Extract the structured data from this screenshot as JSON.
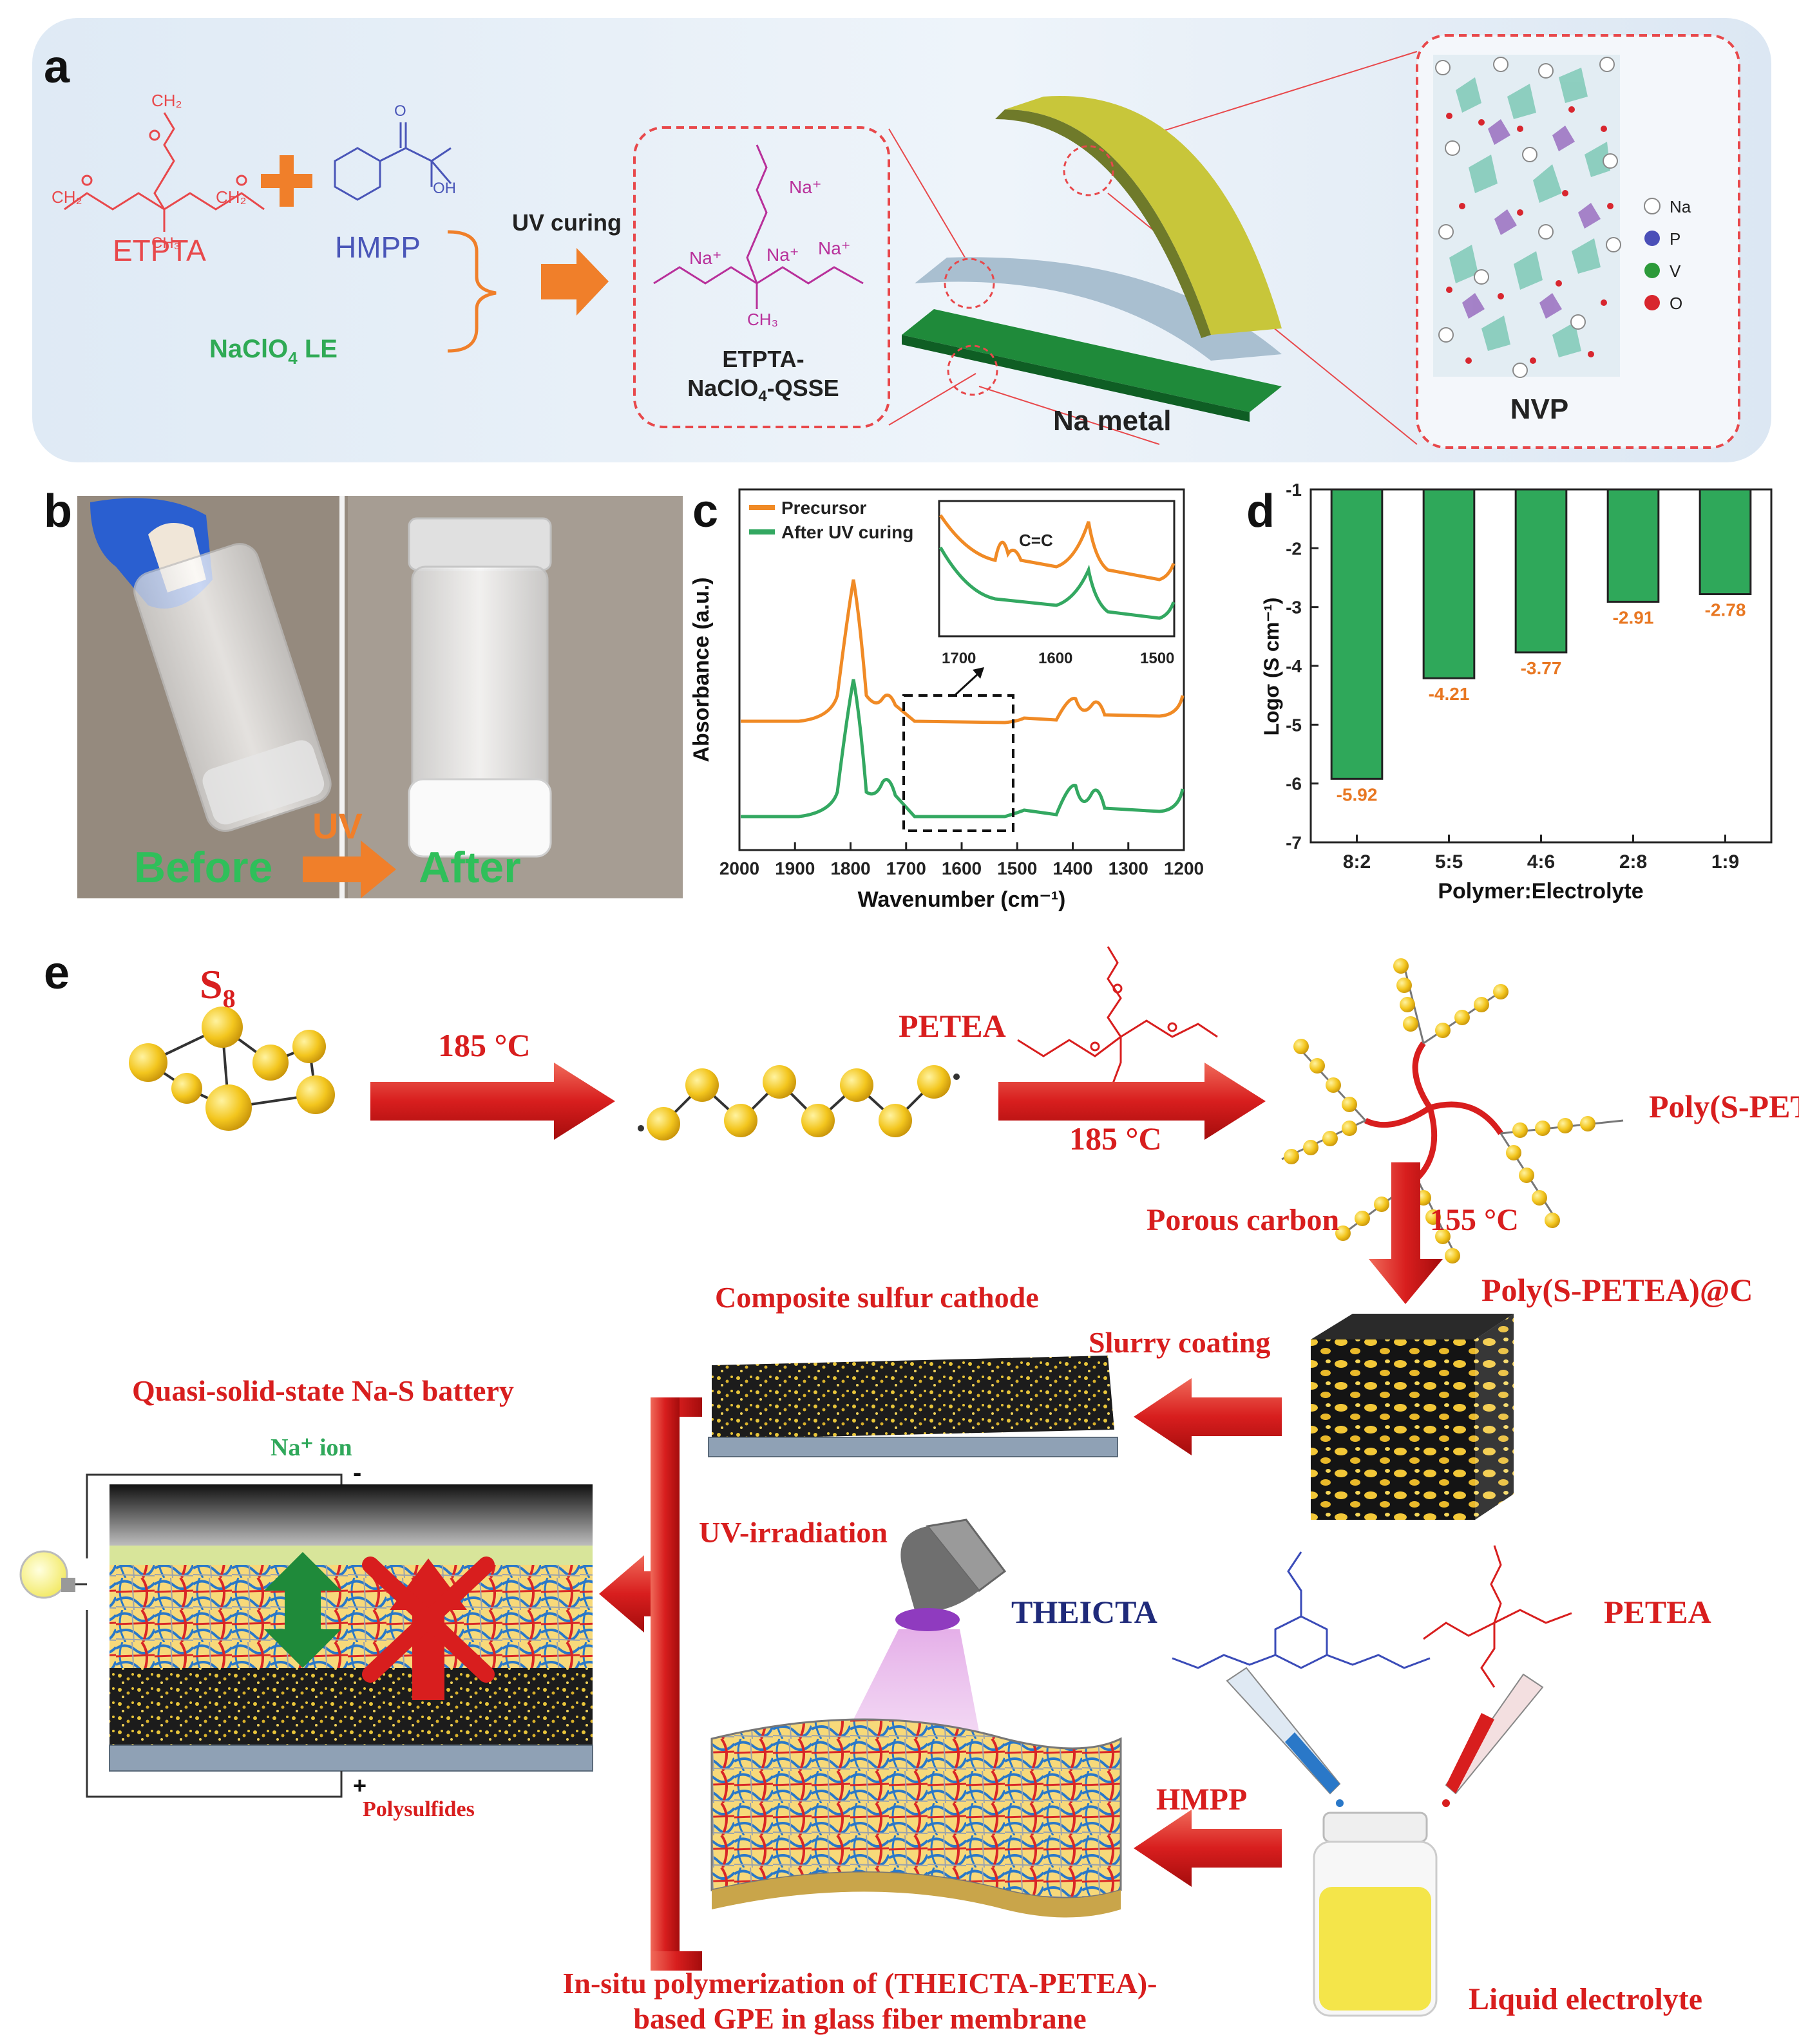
{
  "panel_a": {
    "letter": "a",
    "etpta": "ETPTA",
    "hmpp": "HMPP",
    "liquid": "NaClO",
    "liquid_sub": "4",
    "liquid_tail": " LE",
    "uv_curing": "UV curing",
    "qsse_line1": "ETPTA-",
    "qsse_line2a": "NaClO",
    "qsse_line2_sub": "4",
    "qsse_line2b": "-QSSE",
    "na_metal": "Na metal",
    "nvp": "NVP",
    "legend": [
      "Na",
      "P",
      "V",
      "O"
    ],
    "chem": {
      "ch2a": "CH₂",
      "ch2b": "CH₂",
      "ch2c": "CH₂",
      "ch3": "CH₃",
      "oh": "OH",
      "na1": "Na⁺",
      "na2": "Na⁺",
      "na3": "Na⁺",
      "na4": "Na⁺",
      "ch3b": "CH₃"
    }
  },
  "panel_b": {
    "letter": "b",
    "uv": "UV",
    "before": "Before",
    "after": "After"
  },
  "panel_c": {
    "letter": "c",
    "legend": [
      "Precursor",
      "After UV curing"
    ],
    "ylabel": "Absorbance (a.u.)",
    "xlabel": "Wavenumber (cm⁻¹)",
    "xticks": [
      "2000",
      "1900",
      "1800",
      "1700",
      "1600",
      "1500",
      "1400",
      "1300",
      "1200"
    ],
    "inset_label": "C=C",
    "inset_ticks": [
      "1700",
      "1600",
      "1500"
    ]
  },
  "panel_d": {
    "letter": "d"
  },
  "panel_e": {
    "letter": "e",
    "s8": "S",
    "s8_sub": "8",
    "t1": "185 °C",
    "t2": "185 °C",
    "t3": "155 °C",
    "petea_top": "PETEA",
    "poly": "Poly(S-PETEA)",
    "porous": "Porous carbon",
    "polyc": "Poly(S-PETEA)@C",
    "composite": "Composite sulfur cathode",
    "slurry": "Slurry coating",
    "quasi": "Quasi-solid-state Na-S battery",
    "naion": "Na⁺ ion",
    "minus": "-",
    "plus": "+",
    "polysulfides": "Polysulfides",
    "uvirr": "UV-irradiation",
    "theicta": "THEICTA",
    "petea_bottom": "PETEA",
    "hmpp": "HMPP",
    "liquid": "Liquid electrolyte",
    "insitu1": "In-situ polymerization of (THEICTA-PETEA)-",
    "insitu2": "based GPE in glass fiber membrane"
  },
  "chart_data": [
    {
      "type": "bar",
      "categories": [
        "8:2",
        "5:5",
        "4:6",
        "2:8",
        "1:9"
      ],
      "values": [
        -5.92,
        -4.21,
        -3.77,
        -2.91,
        -2.78
      ],
      "data_labels": [
        "-5.92",
        "-4.21",
        "-3.77",
        "-2.91",
        "-2.78"
      ],
      "ylabel": "Logσ (S cm⁻¹)",
      "xlabel": "Polymer:Electrolyte",
      "ylim": [
        -7,
        -1
      ],
      "yticks": [
        "-1",
        "-2",
        "-3",
        "-4",
        "-5",
        "-6",
        "-7"
      ],
      "bar_color": "#2fa85a",
      "label_color": "#e87722"
    }
  ]
}
